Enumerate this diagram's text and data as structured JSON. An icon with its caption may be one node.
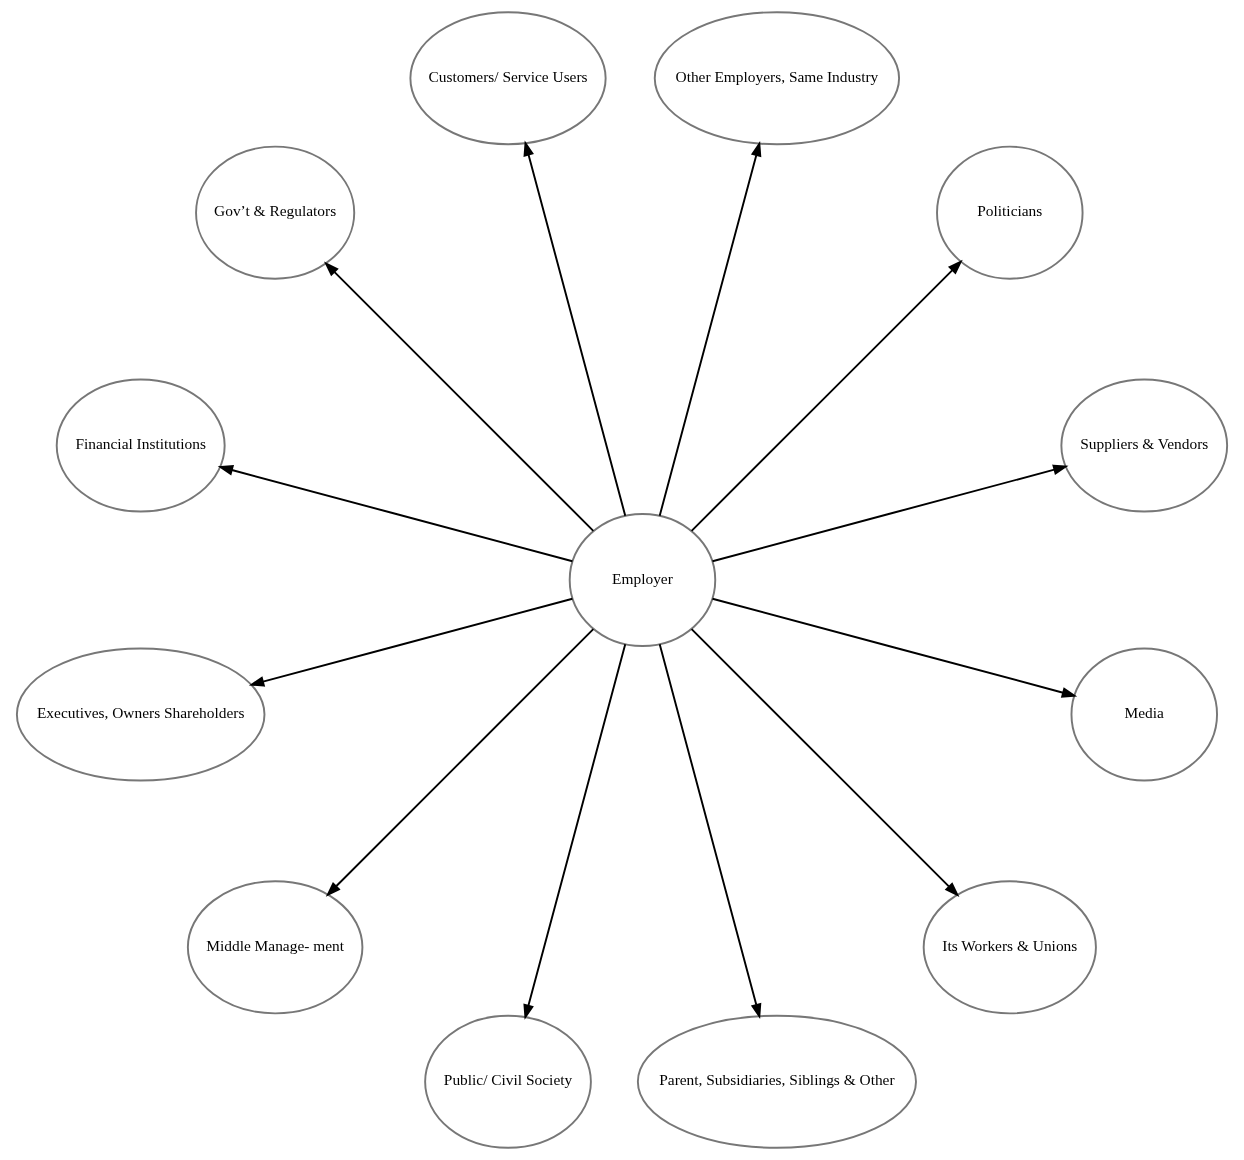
{
  "diagram": {
    "nodes": [
      {
        "text": [
          "Suppliers & Vendors"
        ]
      },
      {
        "text": [
          "Politicians"
        ]
      },
      {
        "text": [
          "Other Employers, Same Industry"
        ]
      },
      {
        "text": [
          "Customers/ Service Users"
        ]
      },
      {
        "text": [
          "Gov’t & Regulators"
        ]
      },
      {
        "text": [
          "Employer"
        ]
      },
      {
        "text": [
          "Financial Institutions"
        ]
      },
      {
        "text": [
          "Executives, Owners Shareholders"
        ]
      },
      {
        "text": [
          "Middle Manage- ment"
        ]
      },
      {
        "text": [
          "Public/ Civil Society"
        ]
      },
      {
        "text": [
          "Parent, Subsidiaries, Siblings & Other"
        ]
      },
      {
        "text": [
          "Its Workers & Unions"
        ]
      },
      {
        "text": [
          "Media"
        ]
      }
    ],
    "edges": [
      {
        "from": 5,
        "to": 0,
        "arrow": "to"
      },
      {
        "from": 5,
        "to": 2,
        "arrow": "to"
      },
      {
        "from": 5,
        "to": 3,
        "arrow": "to"
      },
      {
        "from": 5,
        "to": 7,
        "arrow": "to"
      },
      {
        "from": 5,
        "to": 9,
        "arrow": "to"
      },
      {
        "from": 5,
        "to": 12,
        "arrow": "to"
      },
      {
        "from": 5,
        "to": 11,
        "arrow": "to"
      },
      {
        "from": 5,
        "to": 10,
        "arrow": "to"
      },
      {
        "from": 5,
        "to": 8,
        "arrow": "to"
      },
      {
        "from": 5,
        "to": 6,
        "arrow": "to"
      },
      {
        "from": 5,
        "to": 4,
        "arrow": "to"
      },
      {
        "from": 5,
        "to": 1,
        "arrow": "to"
      }
    ]
  }
}
